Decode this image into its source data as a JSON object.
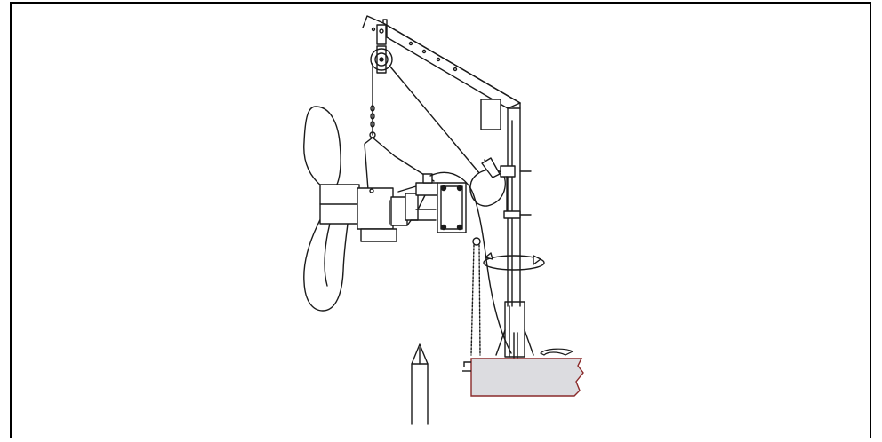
{
  "figure": {
    "description_visible_text": "",
    "colors": {
      "line": "#1a1a1a",
      "concrete_fill": "#dcdce0",
      "concrete_edge": "#8a2a2a",
      "frame": "#000000",
      "background": "#ffffff"
    },
    "parts": {
      "crane_mast": "crane-mast",
      "crane_jib": "crane-jib",
      "top_pulley": "pulley-wheel",
      "hoist_cable": "hoist-cable",
      "mixer_propeller": "propeller",
      "mixer_motor": "mixer-motor",
      "mounting_bracket": "mounting-bracket",
      "rotation_arrow": "rotation-arrow",
      "concrete_base": "concrete-base",
      "anchor_pin": "anchor-stake",
      "winch": "winch"
    }
  }
}
